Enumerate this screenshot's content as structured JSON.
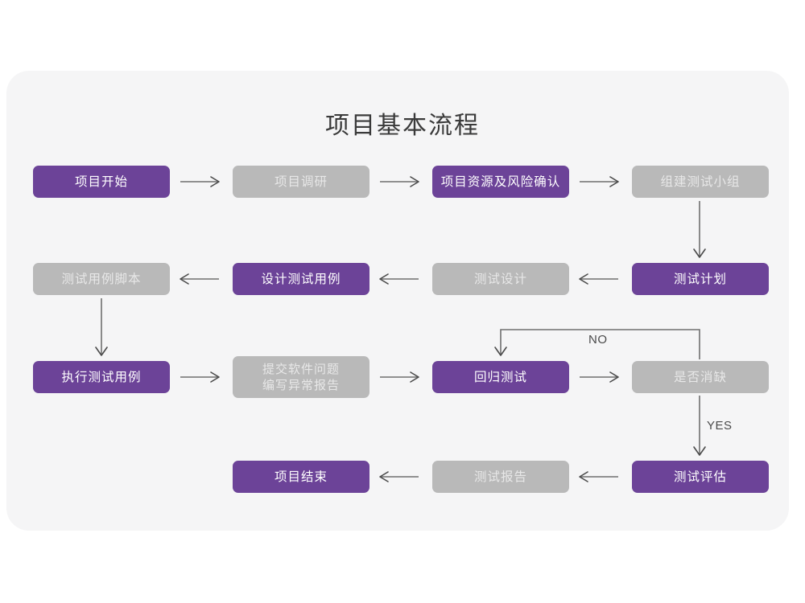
{
  "page": {
    "title": "项目基本流程",
    "background_color": "#ffffff",
    "card_color": "#f5f5f6"
  },
  "colors": {
    "purple": "#6c4398",
    "purple_text": "#ffffff",
    "gray": "#b9b9b9",
    "gray_text": "#e8e8e8",
    "line": "#6f6f6f",
    "title_text": "#3a3a3a"
  },
  "chart_data": {
    "type": "diagram",
    "title": "项目基本流程",
    "diagram_kind": "flowchart",
    "nodes": [
      {
        "id": "n1",
        "label": "项目开始",
        "style": "purple",
        "row": 1,
        "col": 1
      },
      {
        "id": "n2",
        "label": "项目调研",
        "style": "gray",
        "row": 1,
        "col": 2
      },
      {
        "id": "n3",
        "label": "项目资源及风险确认",
        "style": "purple",
        "row": 1,
        "col": 3
      },
      {
        "id": "n4",
        "label": "组建测试小组",
        "style": "gray",
        "row": 1,
        "col": 4
      },
      {
        "id": "n5",
        "label": "测试用例脚本",
        "style": "gray",
        "row": 2,
        "col": 1
      },
      {
        "id": "n6",
        "label": "设计测试用例",
        "style": "purple",
        "row": 2,
        "col": 2
      },
      {
        "id": "n7",
        "label": "测试设计",
        "style": "gray",
        "row": 2,
        "col": 3
      },
      {
        "id": "n8",
        "label": "测试计划",
        "style": "purple",
        "row": 2,
        "col": 4
      },
      {
        "id": "n9",
        "label": "执行测试用例",
        "style": "purple",
        "row": 3,
        "col": 1
      },
      {
        "id": "n10",
        "label": "提交软件问题\n编写异常报告",
        "style": "gray",
        "row": 3,
        "col": 2
      },
      {
        "id": "n11",
        "label": "回归测试",
        "style": "purple",
        "row": 3,
        "col": 3
      },
      {
        "id": "n12",
        "label": "是否消缺",
        "style": "gray",
        "row": 3,
        "col": 4
      },
      {
        "id": "n13",
        "label": "项目结束",
        "style": "purple",
        "row": 4,
        "col": 2
      },
      {
        "id": "n14",
        "label": "测试报告",
        "style": "gray",
        "row": 4,
        "col": 3
      },
      {
        "id": "n15",
        "label": "测试评估",
        "style": "purple",
        "row": 4,
        "col": 4
      }
    ],
    "edges": [
      {
        "from": "n1",
        "to": "n2",
        "label": "",
        "direction": "right"
      },
      {
        "from": "n2",
        "to": "n3",
        "label": "",
        "direction": "right"
      },
      {
        "from": "n3",
        "to": "n4",
        "label": "",
        "direction": "right"
      },
      {
        "from": "n4",
        "to": "n8",
        "label": "",
        "direction": "down"
      },
      {
        "from": "n8",
        "to": "n7",
        "label": "",
        "direction": "left"
      },
      {
        "from": "n7",
        "to": "n6",
        "label": "",
        "direction": "left"
      },
      {
        "from": "n6",
        "to": "n5",
        "label": "",
        "direction": "left"
      },
      {
        "from": "n5",
        "to": "n9",
        "label": "",
        "direction": "down"
      },
      {
        "from": "n9",
        "to": "n10",
        "label": "",
        "direction": "right"
      },
      {
        "from": "n10",
        "to": "n11",
        "label": "",
        "direction": "right"
      },
      {
        "from": "n11",
        "to": "n12",
        "label": "",
        "direction": "right"
      },
      {
        "from": "n12",
        "to": "n11",
        "label": "NO",
        "direction": "loop-up-left"
      },
      {
        "from": "n12",
        "to": "n15",
        "label": "YES",
        "direction": "down"
      },
      {
        "from": "n15",
        "to": "n14",
        "label": "",
        "direction": "left"
      },
      {
        "from": "n14",
        "to": "n13",
        "label": "",
        "direction": "left"
      }
    ],
    "edge_labels": {
      "no": "NO",
      "yes": "YES"
    }
  }
}
